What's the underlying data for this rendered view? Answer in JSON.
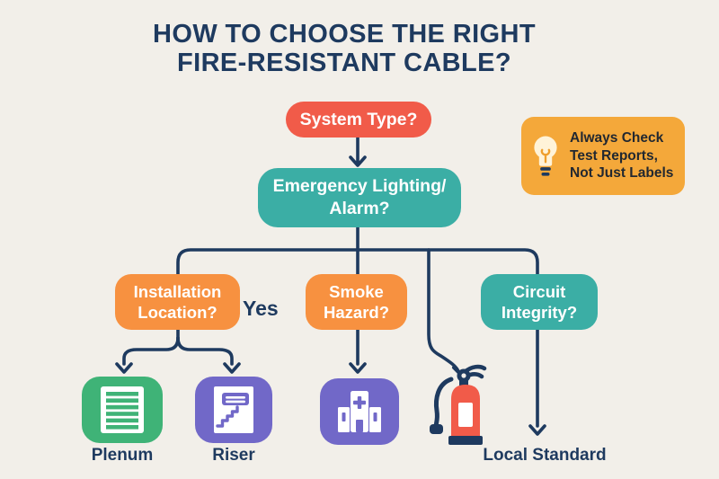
{
  "title": {
    "line1": "HOW TO CHOOSE THE RIGHT",
    "line2": "FIRE-RESISTANT CABLE?"
  },
  "hint": {
    "line1": "Always Check",
    "line2": "Test Reports,",
    "line3": "Not Just Labels",
    "icon": "lightbulb-icon"
  },
  "flow": {
    "system_type": "System Type?",
    "emergency_line1": "Emergency Lighting/",
    "emergency_line2": "Alarm?",
    "installation_line1": "Installation",
    "installation_line2": "Location?",
    "branch_yes": "Yes",
    "smoke_line1": "Smoke",
    "smoke_line2": "Hazard?",
    "circuit_line1": "Circuit",
    "circuit_line2": "Integrity?"
  },
  "outcomes": {
    "plenum": "Plenum",
    "riser": "Riser",
    "local_standard": "Local Standard",
    "plenum_icon": "vent-grille-icon",
    "riser_icon": "stairs-sign-icon",
    "smoke_icon": "hospital-icon",
    "decoration": "fire-extinguisher-icon"
  },
  "colors": {
    "background": "#f2efe9",
    "navy": "#1e3a5f",
    "red": "#f15b49",
    "teal": "#3baea5",
    "orange": "#f79140",
    "amber": "#f4a83a",
    "green": "#3fb377",
    "purple": "#7168c8",
    "bulb_cream": "#fff3d8",
    "bulb_filament": "#ef9f2d"
  }
}
